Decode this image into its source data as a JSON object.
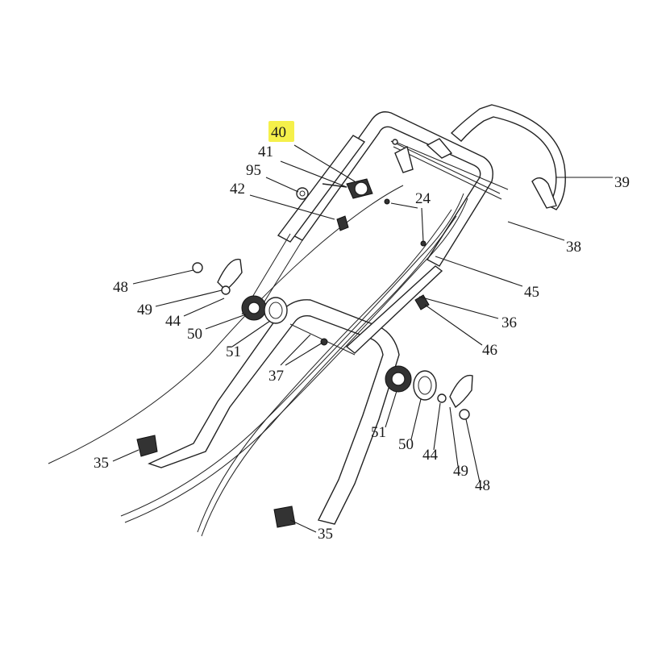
{
  "labels": {
    "l40": "40",
    "l41": "41",
    "l95": "95",
    "l42": "42",
    "l24": "24",
    "l39": "39",
    "l38": "38",
    "l45": "45",
    "l48a": "48",
    "l49a": "49",
    "l44a": "44",
    "l50a": "50",
    "l51a": "51",
    "l36": "36",
    "l46": "46",
    "l37": "37",
    "l51b": "51",
    "l50b": "50",
    "l44b": "44",
    "l49b": "49",
    "l48b": "48",
    "l35a": "35",
    "l35b": "35"
  },
  "highlighted_part": "40",
  "colors": {
    "line": "#1a1a1a",
    "highlight": "#f5f04a",
    "background": "#ffffff"
  }
}
